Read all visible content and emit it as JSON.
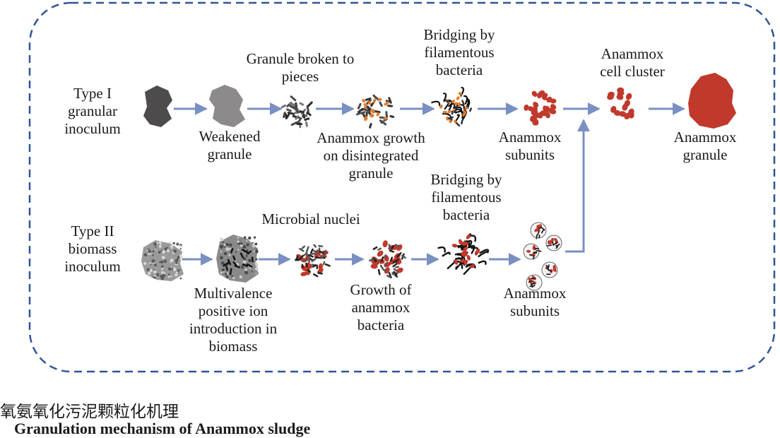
{
  "labels": {
    "type1": [
      "Type I",
      "granular",
      "inoculum"
    ],
    "weakened": [
      "Weakened",
      "granule"
    ],
    "broken": [
      "Granule broken to",
      "pieces"
    ],
    "growth_disint": [
      "Anammox growth",
      "on disintegrated",
      "granule"
    ],
    "bridging1": [
      "Bridging by",
      "filamentous",
      "bacteria"
    ],
    "subunits1": [
      "Anammox",
      "subunits"
    ],
    "cell_cluster": [
      "Anammox",
      "cell cluster"
    ],
    "granule": [
      "Anammox",
      "granule"
    ],
    "type2": [
      "Type II",
      "biomass",
      "inoculum"
    ],
    "nuclei": [
      "Microbial nuclei"
    ],
    "multivalence": [
      "Multivalence",
      "positive ion",
      "introduction in",
      "biomass"
    ],
    "growth_anammox": [
      "Growth of",
      "anammox",
      "bacteria"
    ],
    "bridging2": [
      "Bridging by",
      "filamentous",
      "bacteria"
    ],
    "subunits2": [
      "Anammox",
      "subunits"
    ]
  },
  "caption": {
    "cn": "氧氨氧化污泥颗粒化机理",
    "en": "Granulation mechanism of Anammox sludge"
  },
  "colors": {
    "border": "#2f5597",
    "arrow": "#7a8fc2",
    "dark": "#4a4a4a",
    "gray": "#8c8c8c",
    "red": "#c0392b",
    "orange": "#e07a2c"
  }
}
